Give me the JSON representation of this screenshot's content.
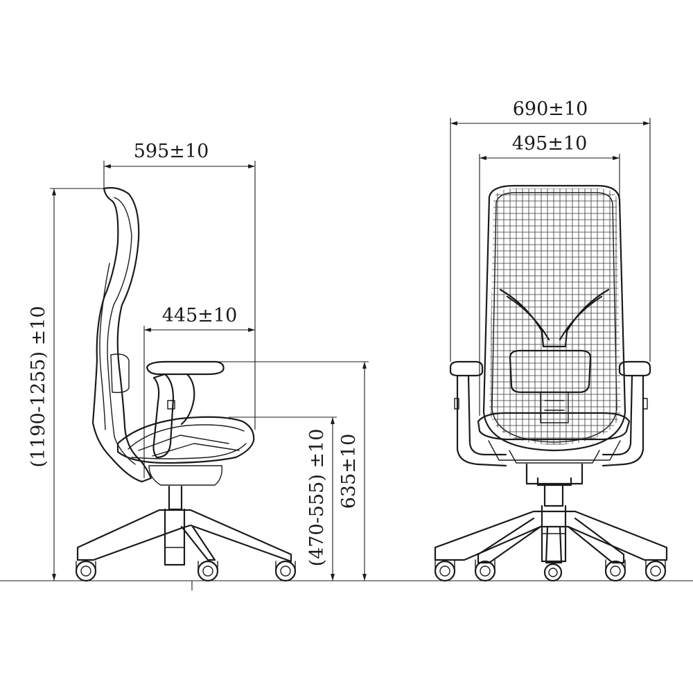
{
  "dimensions": {
    "side_depth": "595±10",
    "side_seat_depth": "445±10",
    "side_total_height": "(1190-1255) ±10",
    "side_seat_height": "(470-555) ±10",
    "side_arm_height": "635±10",
    "front_total_width": "690±10",
    "front_seat_width": "495±10"
  },
  "colors": {
    "line": "#1a1a1a",
    "background": "#ffffff"
  }
}
